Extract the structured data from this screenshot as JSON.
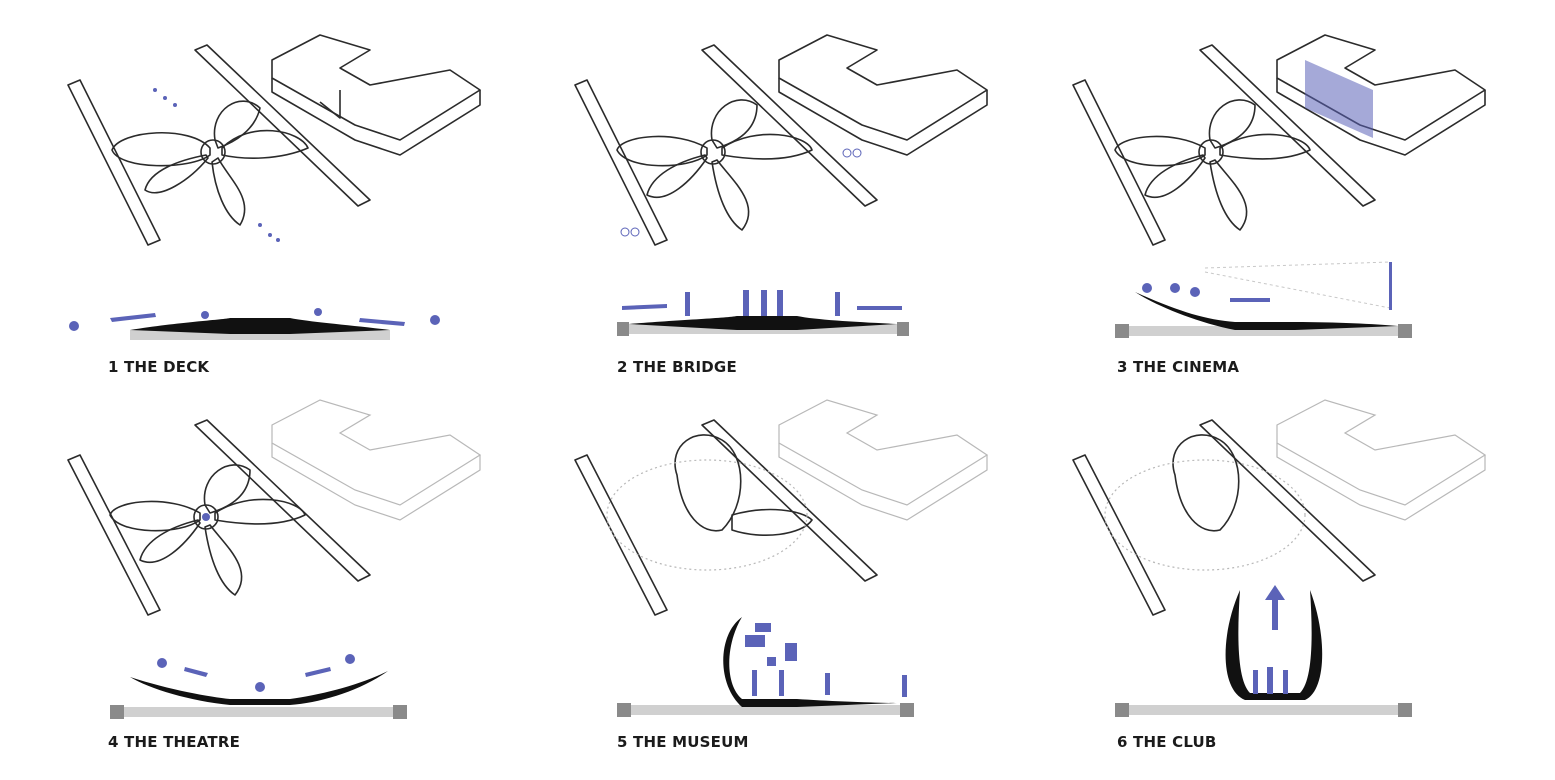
{
  "accent_color": "#5b63b8",
  "panels": [
    {
      "caption": "1 THE DECK"
    },
    {
      "caption": "2 THE BRIDGE"
    },
    {
      "caption": "3 THE CINEMA"
    },
    {
      "caption": "4 THE THEATRE"
    },
    {
      "caption": "5 THE MUSEUM"
    },
    {
      "caption": "6 THE CLUB"
    }
  ]
}
